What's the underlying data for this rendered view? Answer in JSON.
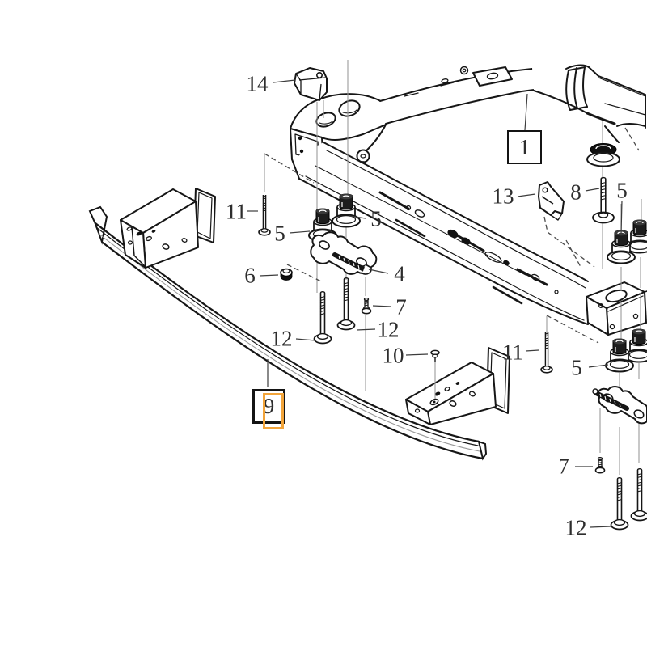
{
  "diagram": {
    "kind": "exploded-parts-diagram",
    "background": "#ffffff",
    "line_color": "#1a1a1a",
    "highlight_color": "#f2a43a",
    "labels": [
      {
        "text": "14",
        "boxed": false,
        "highlighted": false
      },
      {
        "text": "1",
        "boxed": true,
        "highlighted": false
      },
      {
        "text": "13",
        "boxed": false,
        "highlighted": false
      },
      {
        "text": "8",
        "boxed": false,
        "highlighted": false
      },
      {
        "text": "5",
        "boxed": false,
        "highlighted": false
      },
      {
        "text": "11",
        "boxed": false,
        "highlighted": false
      },
      {
        "text": "5",
        "boxed": false,
        "highlighted": false
      },
      {
        "text": "5",
        "boxed": false,
        "highlighted": false
      },
      {
        "text": "6",
        "boxed": false,
        "highlighted": false
      },
      {
        "text": "4",
        "boxed": false,
        "highlighted": false
      },
      {
        "text": "7",
        "boxed": false,
        "highlighted": false
      },
      {
        "text": "12",
        "boxed": false,
        "highlighted": false
      },
      {
        "text": "12",
        "boxed": false,
        "highlighted": false
      },
      {
        "text": "10",
        "boxed": false,
        "highlighted": false
      },
      {
        "text": "11",
        "boxed": false,
        "highlighted": false
      },
      {
        "text": "5",
        "boxed": false,
        "highlighted": false
      },
      {
        "text": "9",
        "boxed": true,
        "highlighted": true
      },
      {
        "text": "7",
        "boxed": false,
        "highlighted": false
      },
      {
        "text": "12",
        "boxed": false,
        "highlighted": false
      }
    ]
  }
}
